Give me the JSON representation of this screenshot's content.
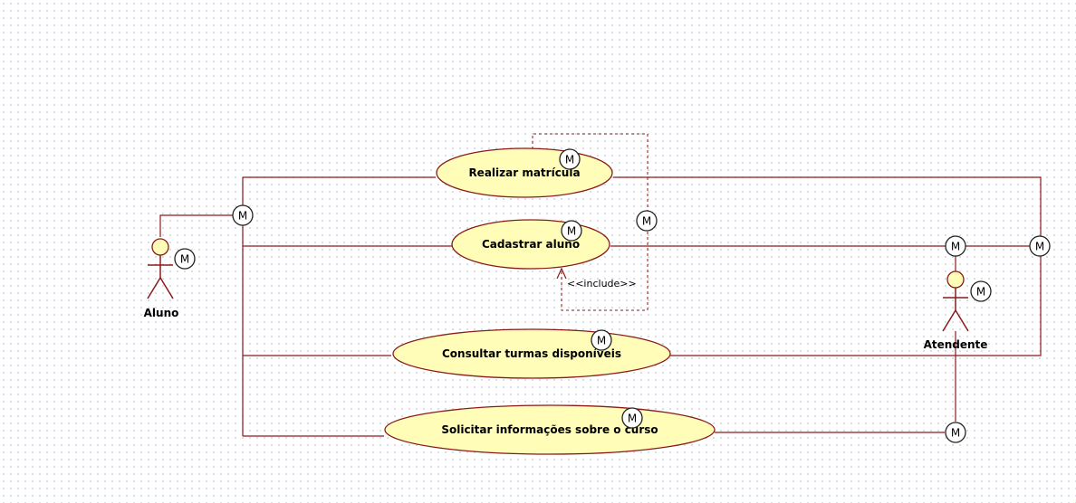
{
  "diagram": {
    "type": "use-case",
    "marker_text": "M",
    "actors": [
      {
        "id": "aluno",
        "name": "Aluno"
      },
      {
        "id": "atendente",
        "name": "Atendente"
      }
    ],
    "use_cases": [
      {
        "id": "realizar",
        "label": "Realizar matrícula"
      },
      {
        "id": "cadastrar",
        "label": "Cadastrar aluno"
      },
      {
        "id": "consultar",
        "label": "Consultar turmas disponíveis"
      },
      {
        "id": "solicitar",
        "label": "Solicitar informações sobre o curso"
      }
    ],
    "include_relation": {
      "from": "realizar",
      "to": "cadastrar",
      "label": "<<include>>"
    },
    "associations": [
      {
        "actor": "aluno",
        "use_case": "realizar"
      },
      {
        "actor": "aluno",
        "use_case": "cadastrar"
      },
      {
        "actor": "aluno",
        "use_case": "consultar"
      },
      {
        "actor": "aluno",
        "use_case": "solicitar"
      },
      {
        "actor": "atendente",
        "use_case": "realizar"
      },
      {
        "actor": "atendente",
        "use_case": "cadastrar"
      },
      {
        "actor": "atendente",
        "use_case": "consultar"
      },
      {
        "actor": "atendente",
        "use_case": "solicitar"
      }
    ],
    "colors": {
      "line": "#8b1a1a",
      "usecase_fill": "#fffdb8",
      "marker_fill": "#ffffff",
      "grid_dot": "#cfd8e8"
    }
  }
}
